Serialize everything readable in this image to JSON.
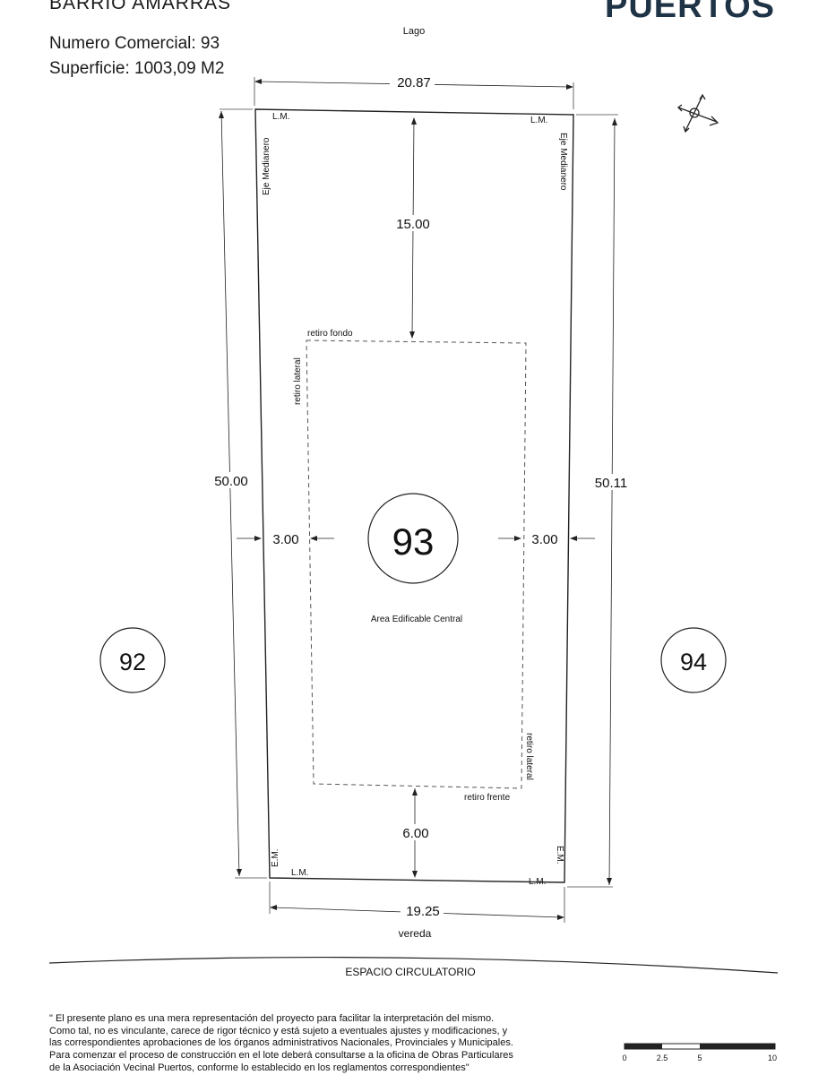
{
  "header": {
    "barrio": "BARRIO AMARRAS",
    "numero_comercial": "Numero Comercial: 93",
    "superficie": "Superficie: 1003,09 M2",
    "brand": "PUERTOS"
  },
  "plan": {
    "top_label": "Lago",
    "dim_top": "20.87",
    "dim_left": "50.00",
    "dim_right": "50.11",
    "dim_bottom": "19.25",
    "dim_back_setback": "15.00",
    "dim_front_setback": "6.00",
    "dim_side_left": "3.00",
    "dim_side_right": "3.00",
    "lm": "L.M.",
    "em": "E.M.",
    "eje_medianero": "Eje Medianero",
    "retiro_fondo": "retiro fondo",
    "retiro_frente": "retiro frente",
    "retiro_lateral": "retiro lateral",
    "lot_number": "93",
    "area_label": "Area Edificable Central",
    "neighbor_left": "92",
    "neighbor_right": "94",
    "vereda": "vereda",
    "street": "ESPACIO CIRCULATORIO"
  },
  "scale": {
    "ticks": [
      "0",
      "2.5",
      "5",
      "10"
    ]
  },
  "disclaimer": {
    "lines": [
      "\" El presente plano es una mera representación del proyecto para facilitar la interpretación del mismo.",
      "Como tal, no es vinculante, carece de rigor técnico y está sujeto a eventuales ajustes y modificaciones, y",
      "las correspondientes aprobaciones de los órganos administrativos Nacionales, Provinciales y Municipales.",
      "Para comenzar el proceso de construcción en el lote deberá consultarse a la oficina de Obras Particulares",
      "de la Asociación Vecinal Puertos, conforme lo establecido en los reglamentos correspondientes\""
    ]
  }
}
